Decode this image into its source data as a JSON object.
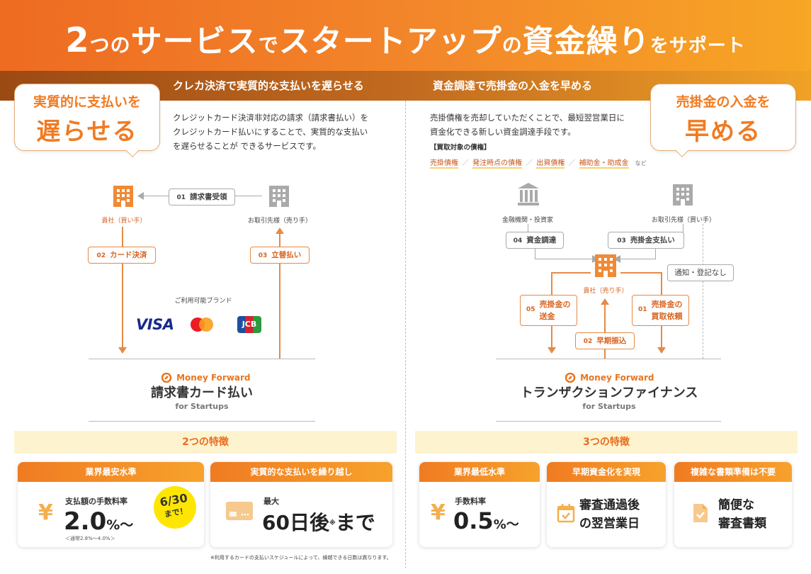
{
  "header": {
    "title_parts": [
      "2",
      "つの",
      "サービス",
      "で",
      "スタートアップ",
      "の",
      "資金繰り",
      "をサポート"
    ],
    "left_heading": "クレカ決済で実質的な支払いを遅らせる",
    "right_heading": "資金調達で売掛金の入金を早める"
  },
  "left": {
    "bubble_small": "実質的に支払いを",
    "bubble_large": "遅らせる",
    "description": [
      "クレジットカード決済非対応の請求（請求書払い）を",
      "クレジットカード払いにすることで、実質的な支払い",
      "を遅らせることが できるサービスです。"
    ],
    "diagram": {
      "self_label": "貴社（買い手）",
      "partner_label": "お取引先様（売り手）",
      "step01": {
        "num": "01",
        "label": "請求書受領"
      },
      "step02": {
        "num": "02",
        "label": "カード決済"
      },
      "step03": {
        "num": "03",
        "label": "立替払い"
      },
      "brands_label": "ご利用可能ブランド",
      "brands": [
        "VISA",
        "JCB"
      ]
    },
    "service": {
      "logo": "Money Forward",
      "name": "請求書カード払い",
      "sub": "for Startups"
    },
    "features_title": "2つの特徴",
    "cards": [
      {
        "header": "業界最安水準",
        "label": "支払額の手数料率",
        "value": "2.0",
        "unit": "%〜",
        "note": "＜通常2.8%〜4.0%＞",
        "badge": [
          "6/30",
          "まで！"
        ]
      },
      {
        "header": "実質的な支払いを繰り越し",
        "label": "最大",
        "value": "60日後",
        "mark": "※",
        "tail": "まで"
      }
    ],
    "footnote": "※利用するカードの支払いスケジュールによって、繰越できる日数は異なります。"
  },
  "right": {
    "bubble_small": "売掛金の入金を",
    "bubble_large": "早める",
    "description": [
      "売掛債権を売却していただくことで、最短翌営業日に",
      "資金化できる新しい資金調達手段です。"
    ],
    "target_heading": "【買取対象の債権】",
    "targets": [
      "売掛債権",
      "発注時点の債権",
      "出資債権",
      "補助金・助成金"
    ],
    "targets_suffix": "など",
    "diagram": {
      "finance_label": "金融機関・投資家",
      "partner_label": "お取引先様（買い手）",
      "self_label": "貴社（売り手）",
      "step01": {
        "num": "01",
        "line1": "売掛金の",
        "line2": "買取依頼"
      },
      "step02": {
        "num": "02",
        "label": "早期振込"
      },
      "step03": {
        "num": "03",
        "label": "売掛金支払い"
      },
      "step04": {
        "num": "04",
        "label": "資金調達"
      },
      "step05": {
        "num": "05",
        "line1": "売掛金の",
        "line2": "送金"
      },
      "notice": "通知・登記なし"
    },
    "service": {
      "logo": "Money Forward",
      "name": "トランザクションファイナンス",
      "sub": "for Startups"
    },
    "features_title": "3つの特徴",
    "cards": [
      {
        "header": "業界最低水準",
        "label": "手数料率",
        "value": "0.5",
        "unit": "%〜"
      },
      {
        "header": "早期資金化を実現",
        "line1": "審査通過後",
        "line2": "の翌営業日"
      },
      {
        "header": "複雑な書類準備は不要",
        "line1": "簡便な",
        "line2": "審査書類"
      }
    ]
  },
  "colors": {
    "orange": "#f07b22",
    "brown": "#9b4a14",
    "yellow": "#fdf3cf",
    "badge": "#ffe600"
  }
}
